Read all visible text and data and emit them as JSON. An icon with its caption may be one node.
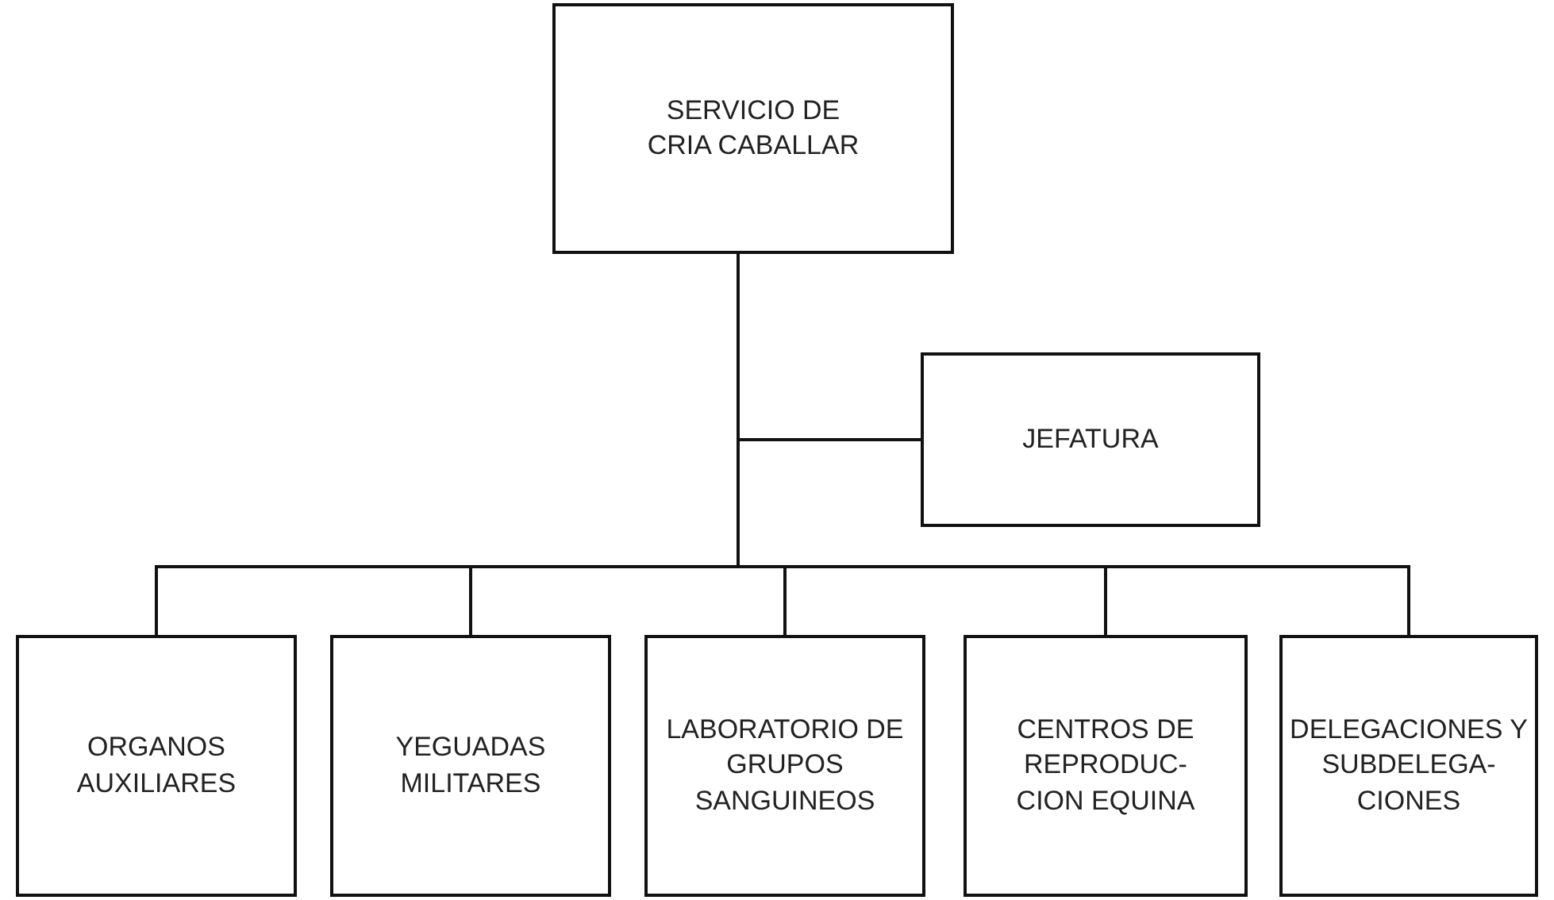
{
  "diagram": {
    "nodes": [
      {
        "text": [
          "SERVICIO DE CRIA CABALLAR"
        ]
      },
      {
        "text": [
          "JEFATURA"
        ]
      },
      {
        "text": [
          "ORGANOS AUXILIARES"
        ]
      },
      {
        "text": [
          "YEGUADAS MILITARES"
        ]
      },
      {
        "text": [
          "LABORATORIO DE GRUPOS SANGUINEOS"
        ]
      },
      {
        "text": [
          "CENTROS DE REPRODUC- CION EQUINA"
        ]
      },
      {
        "text": [
          "DELEGACIONES Y SUBDELEGA- CIONES"
        ]
      }
    ],
    "edges": [
      {
        "from": 0,
        "to": 1,
        "arrow": "none"
      },
      {
        "from": 0,
        "to": 2,
        "arrow": "none"
      },
      {
        "from": 0,
        "to": 3,
        "arrow": "none"
      },
      {
        "from": 0,
        "to": 4,
        "arrow": "none"
      },
      {
        "from": 0,
        "to": 5,
        "arrow": "none"
      },
      {
        "from": 0,
        "to": 6,
        "arrow": "none"
      }
    ]
  }
}
